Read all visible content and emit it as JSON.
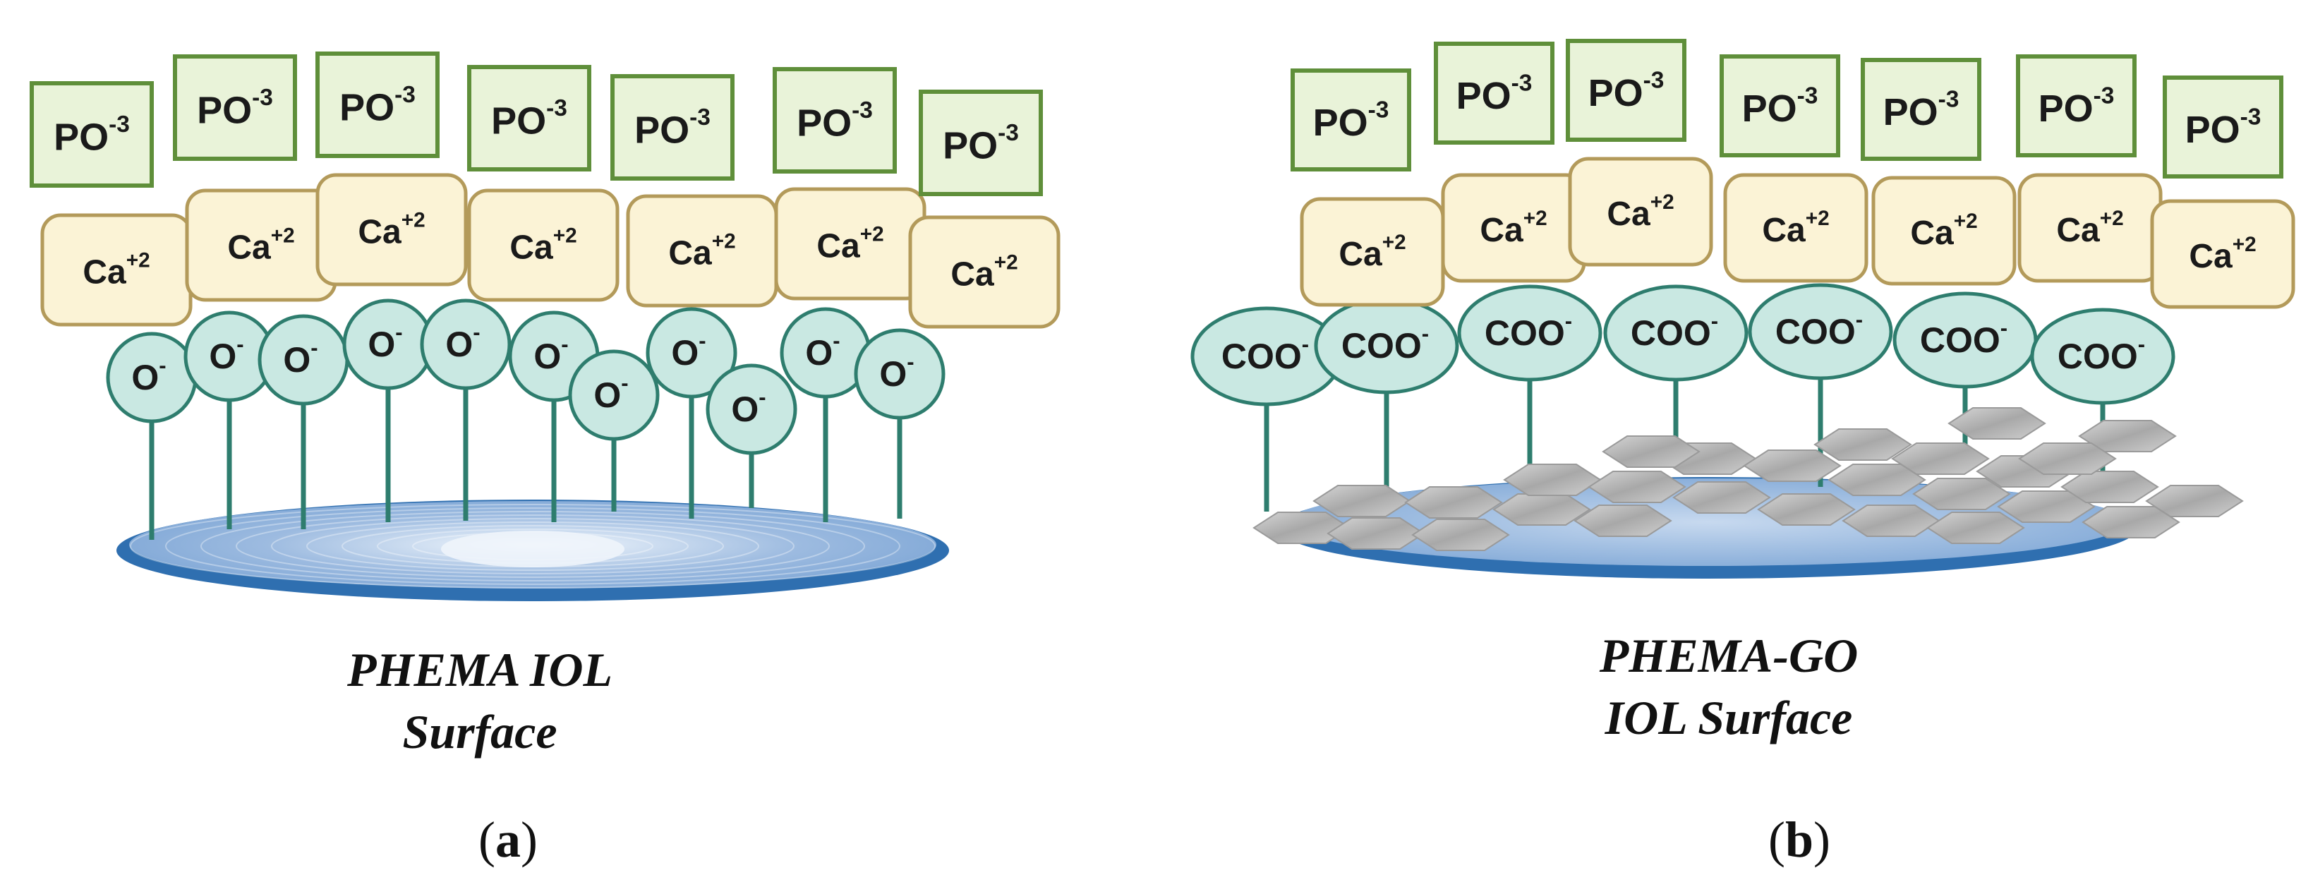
{
  "panels": [
    {
      "id": "a",
      "caption_line1": "PHEMA IOL",
      "caption_line2": "Surface",
      "label_open": "(",
      "label_letter": "a",
      "label_close": ")",
      "phosphate": {
        "base": "PO",
        "sup": "-3"
      },
      "calcium": {
        "base": "Ca",
        "sup": "+2"
      },
      "anion": {
        "base": "O",
        "sup": "-"
      },
      "surface": "plain-lens"
    },
    {
      "id": "b",
      "caption_line1": "PHEMA-GO",
      "caption_line2": "IOL Surface",
      "label_open": "(",
      "label_letter": "b",
      "label_close": ")",
      "phosphate": {
        "base": "PO",
        "sup": "-3"
      },
      "calcium": {
        "base": "Ca",
        "sup": "+2"
      },
      "anion": {
        "base": "COO",
        "sup": "-"
      },
      "surface": "graphene-oxide-flakes"
    }
  ],
  "colors": {
    "phosphate_fill": "#e9f3d9",
    "phosphate_stroke": "#5f8f3a",
    "calcium_fill": "#fbf3d6",
    "calcium_stroke": "#b39a5a",
    "anion_fill": "#c9e8e2",
    "anion_stroke": "#2e7d6e",
    "lens_fill": "#7fa7d6",
    "lens_edge": "#2f6fb0",
    "flake_fill": "#b5b5b5"
  }
}
